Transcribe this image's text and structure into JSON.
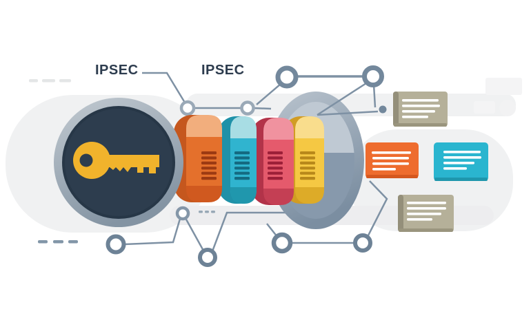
{
  "page": {
    "background": "#ffffff"
  },
  "labels": {
    "left": "IPSEC",
    "right": "IPSEC",
    "text_color": "#2d3c4e"
  },
  "lock": {
    "icon": "key-icon",
    "ring_color": "#97a5b2",
    "face_color": "#2d3d4e",
    "key_color": "#f1b32c"
  },
  "tunnel": {
    "end_color": "#8a9cb0",
    "segments": [
      {
        "id": "orange",
        "main": "#e4702c",
        "light": "#f2ae7d",
        "dark": "#c5571e",
        "stripe_color": "#9c3a12",
        "stripes": 6
      },
      {
        "id": "cyan",
        "main": "#30b4cf",
        "light": "#a8dde4",
        "dark": "#1f91a8",
        "stripe_color": "#146a81",
        "stripes": 6
      },
      {
        "id": "red",
        "main": "#e55a6c",
        "light": "#f0929f",
        "dark": "#b23349",
        "stripe_color": "#9c1f38",
        "stripes": 6
      },
      {
        "id": "yellow",
        "main": "#f5c843",
        "light": "#f9dd8d",
        "dark": "#d19c23",
        "stripe_color": "#b8881a",
        "stripes": 6
      }
    ]
  },
  "cards": [
    {
      "id": "note-top",
      "fill": "#b5b099",
      "accent": "#9a957e",
      "text_lines": 4
    },
    {
      "id": "note-orange",
      "fill": "#ee6c2e",
      "accent": "#d5581f",
      "text_lines": 4
    },
    {
      "id": "note-cyan",
      "fill": "#2ab5cf",
      "accent": "#1f97ad",
      "text_lines": 4
    },
    {
      "id": "note-bottom",
      "fill": "#b5b099",
      "accent": "#9a957e",
      "text_lines": 4
    }
  ],
  "connectors": {
    "line_color": "#7e91a4",
    "node_ring_color": "#6d8296",
    "light_node_ring_color": "#9aa9b7",
    "nodes": 9,
    "filled_dots": 1
  }
}
